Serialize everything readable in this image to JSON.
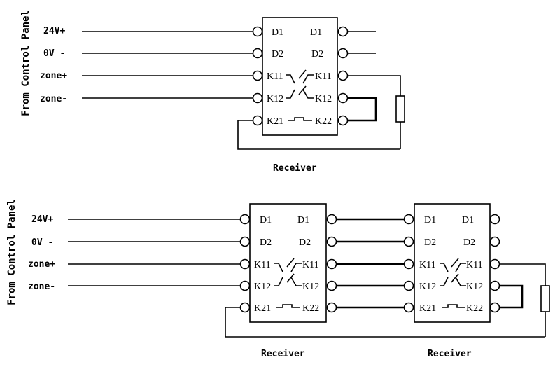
{
  "side_label": "From Control Panel",
  "inputs": [
    "24V+",
    "0V -",
    "zone+",
    "zone-"
  ],
  "receiver_label": "Receiver",
  "pins_left": [
    "D1",
    "D2",
    "K11",
    "K12",
    "K21"
  ],
  "pins_right": [
    "D1",
    "D2",
    "K11",
    "K12",
    "K22"
  ]
}
